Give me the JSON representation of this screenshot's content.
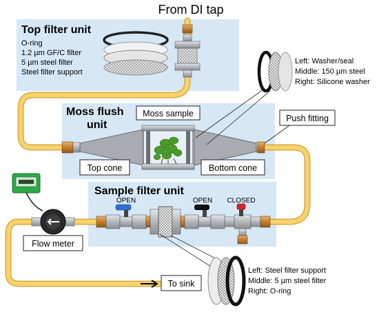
{
  "colors": {
    "panel": "#d6e7f5",
    "tube": "#f7d36f",
    "tube_edge": "#d9a93a",
    "steel": "#b9bcc0",
    "brass": "#c98436",
    "valve_blue": "#2d6fd1",
    "valve_red": "#d0262a",
    "valve_black": "#111111",
    "meter_green": "#2fa84b",
    "moss": "#4a9a2a"
  },
  "source": {
    "label": "From DI tap"
  },
  "top_filter_unit": {
    "title": "Top filter unit",
    "items": [
      "O-ring",
      "1.2 µm GF/C filter",
      "5 µm steel filter",
      "Steel filter support"
    ]
  },
  "moss_flush_unit": {
    "title_line1": "Moss flush",
    "title_line2": "unit",
    "moss_sample_label": "Moss sample",
    "top_cone_label": "Top cone",
    "bottom_cone_label": "Bottom cone"
  },
  "washer_callout": {
    "lines": [
      "Left: Washer/seal",
      "Middle: 150 µm steel",
      "Right: Silicone washer"
    ]
  },
  "push_fitting": {
    "label": "Push fitting"
  },
  "sample_filter_unit": {
    "title": "Sample filter unit",
    "valve_1": {
      "state": "OPEN",
      "icon": "valve-handle-icon"
    },
    "valve_2": {
      "state": "OPEN",
      "icon": "valve-handle-icon"
    },
    "valve_3": {
      "state": "CLOSED",
      "icon": "valve-handle-icon"
    }
  },
  "flow_meter": {
    "label": "Flow meter"
  },
  "sink": {
    "label": "To sink"
  },
  "filter_callout": {
    "lines": [
      "Left: Steel filter support",
      "Middle: 5 µm steel filter",
      "Right: O-ring"
    ]
  }
}
